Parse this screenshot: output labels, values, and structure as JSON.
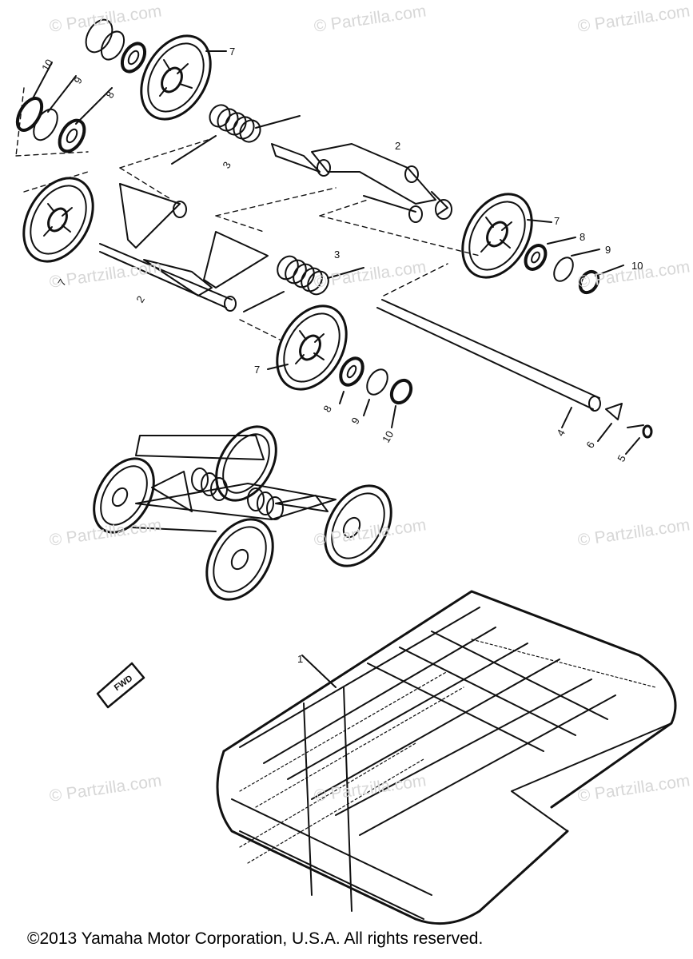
{
  "watermarks": [
    "© Partzilla.com",
    "© Partzilla.com",
    "© Partzilla.com",
    "© Partzilla.com",
    "© Partzilla.com",
    "© Partzilla.com",
    "© Partzilla.com",
    "© Partzilla.com",
    "© Partzilla.com",
    "© Partzilla.com",
    "© Partzilla.com",
    "© Partzilla.com"
  ],
  "callouts": {
    "c1": "1",
    "c2a": "2",
    "c2b": "2",
    "c3a": "3",
    "c3b": "3",
    "c4": "4",
    "c5": "5",
    "c6": "6",
    "c7a": "7",
    "c7b": "7",
    "c7c": "7",
    "c7d": "7",
    "c8a": "8",
    "c8b": "8",
    "c8c": "8",
    "c9a": "9",
    "c9b": "9",
    "c9c": "9",
    "c10a": "10",
    "c10b": "10",
    "c10c": "10"
  },
  "fwd_label": "FWD",
  "copyright": "©2013  Yamaha Motor Corporation, U.S.A. All rights reserved."
}
